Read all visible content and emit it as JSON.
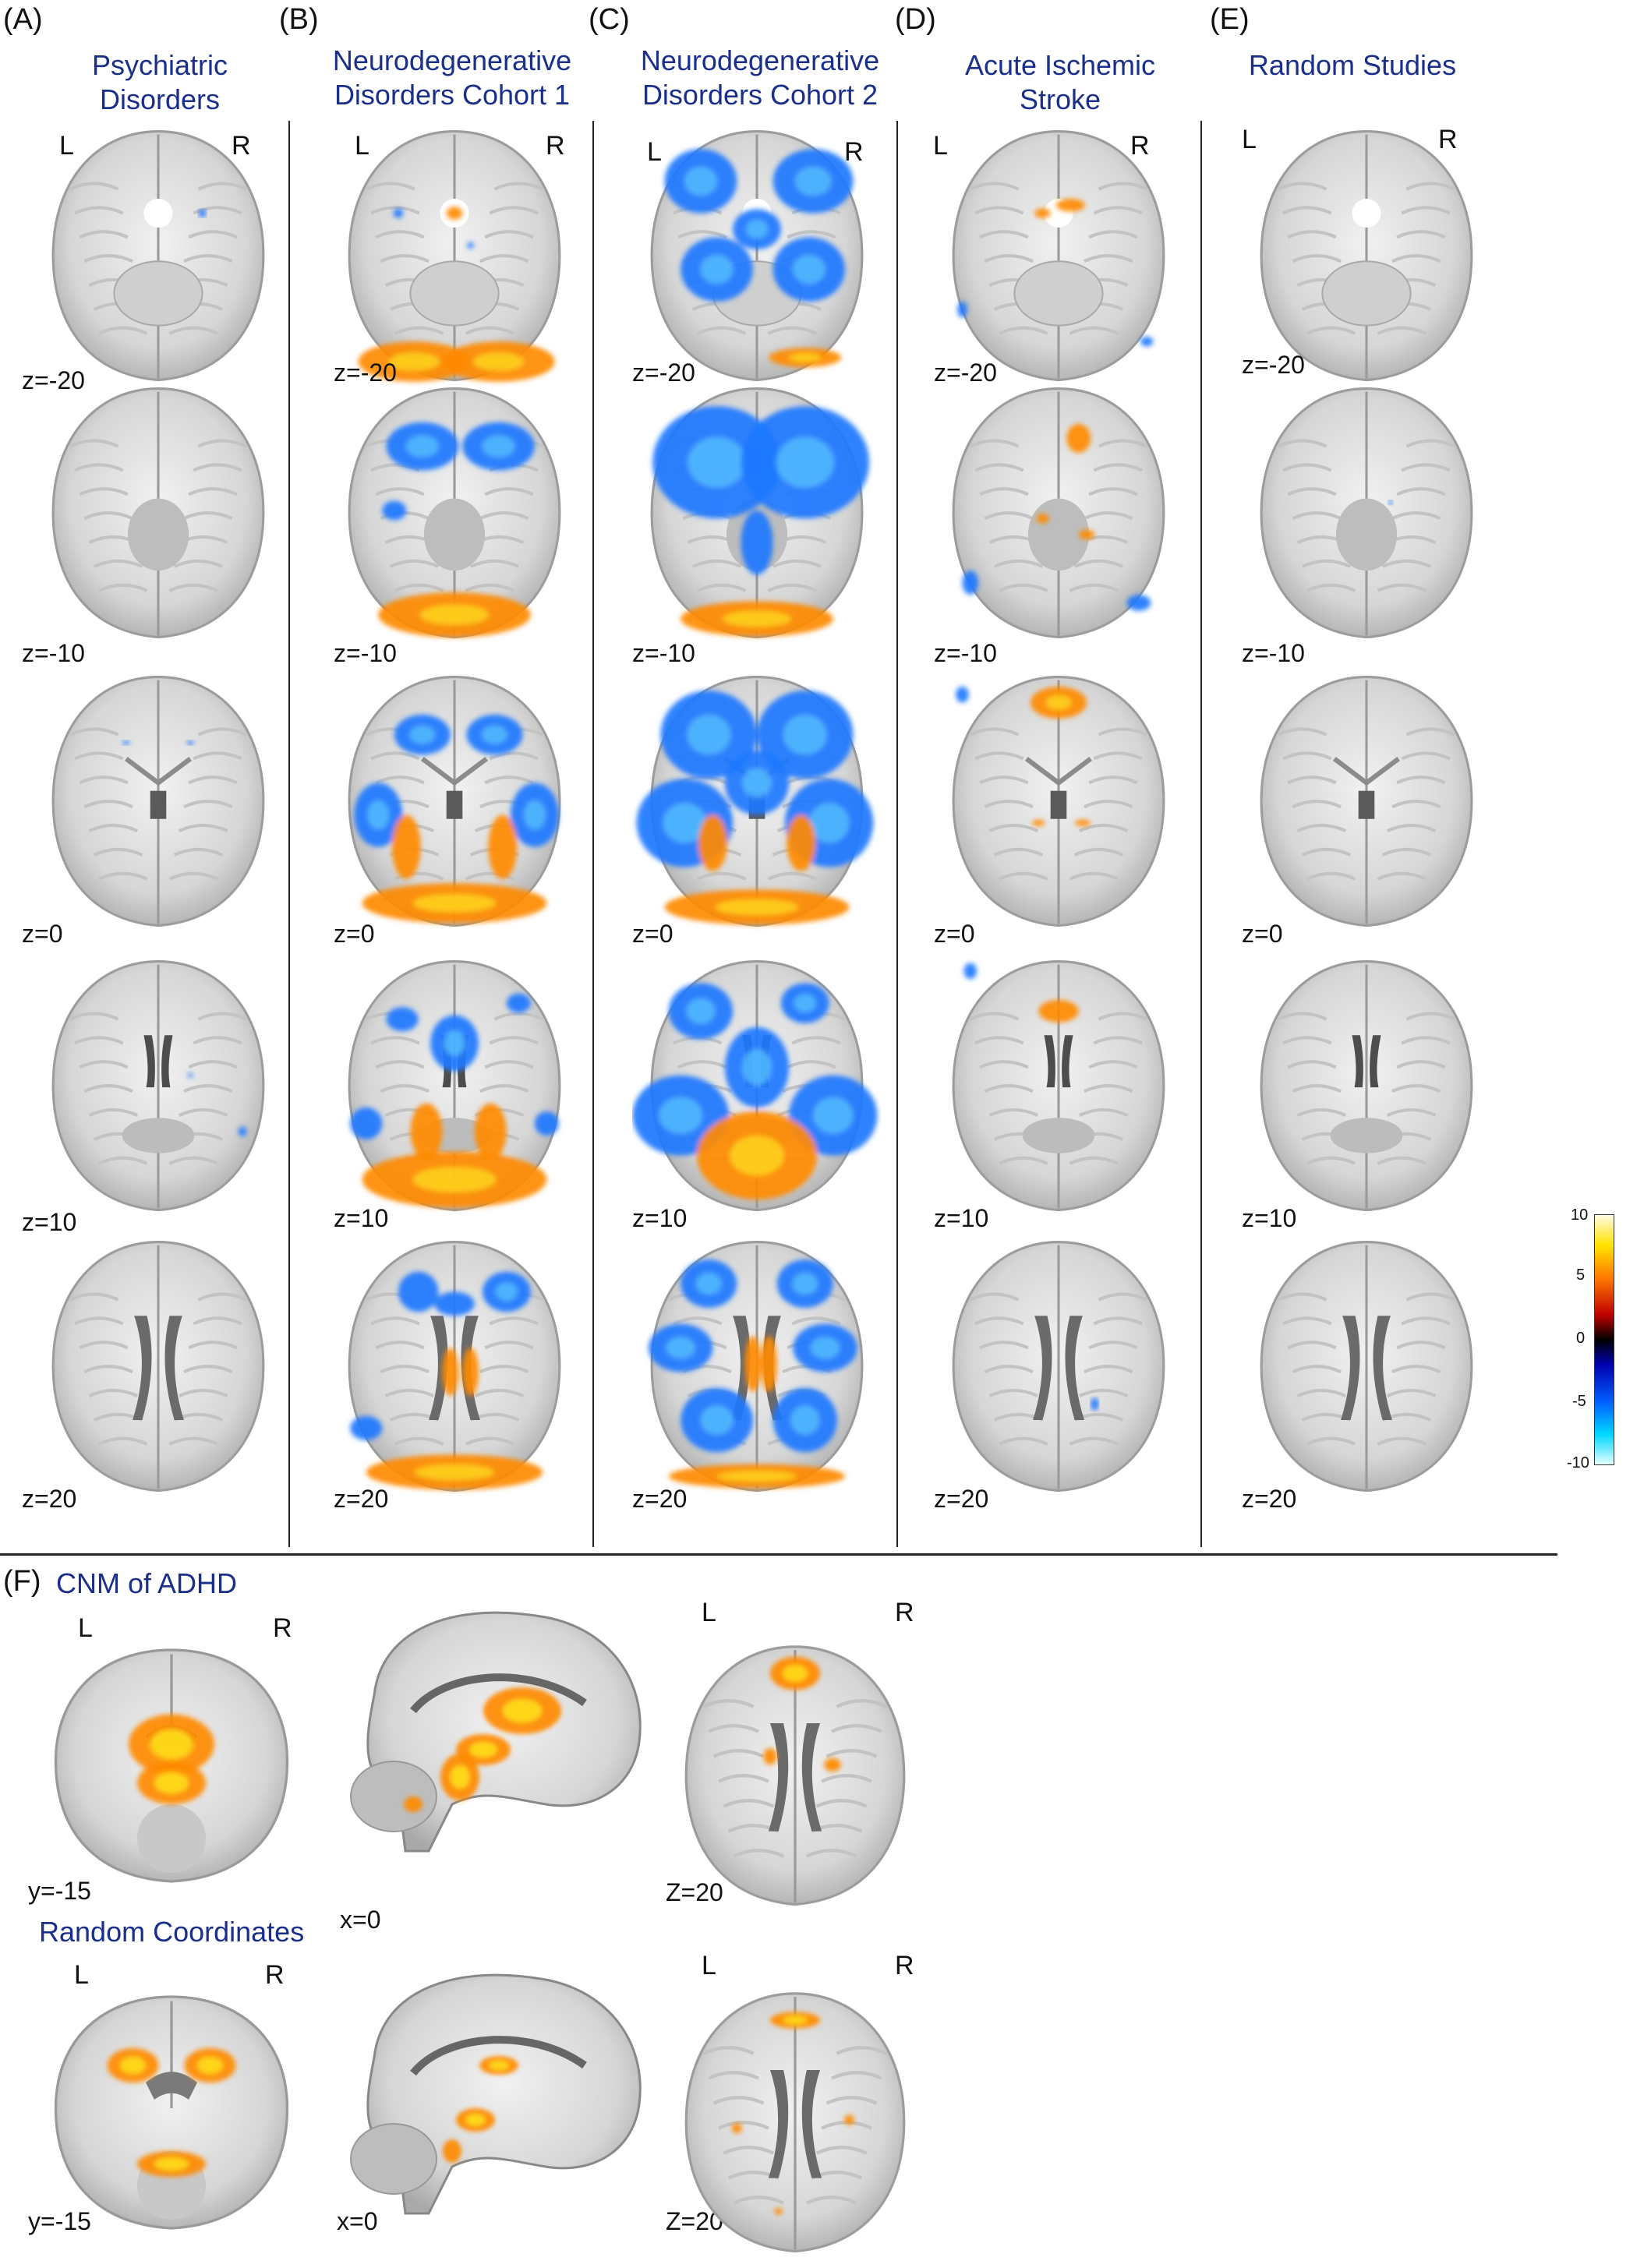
{
  "panels": [
    {
      "letter": "(A)",
      "title": "Psychiatric\nDisorders"
    },
    {
      "letter": "(B)",
      "title": "Neurodegenerative\nDisorders Cohort 1"
    },
    {
      "letter": "(C)",
      "title": "Neurodegenerative\nDisorders Cohort 2"
    },
    {
      "letter": "(D)",
      "title": "Acute Ischemic\nStroke"
    },
    {
      "letter": "(E)",
      "title": "Random Studies"
    }
  ],
  "side_labels": {
    "left": "L",
    "right": "R"
  },
  "z_labels": [
    "z=-20",
    "z=-10",
    "z=0",
    "z=10",
    "z=20"
  ],
  "colorbar": {
    "ticks": [
      "10",
      "5",
      "0",
      "-5",
      "-10"
    ],
    "colors": [
      "#fffbe6",
      "#ffe400",
      "#ff7a00",
      "#c00000",
      "#000000",
      "#0000b0",
      "#0060ff",
      "#00d8ff",
      "#e6ffff"
    ]
  },
  "panel_f": {
    "letter": "(F)",
    "title_cnm": "CNM of ADHD",
    "title_random": "Random Coordinates",
    "labels": {
      "y": "y=-15",
      "x": "x=0",
      "z": "Z=20"
    }
  },
  "blob_colors": {
    "positive": "#ff8a00",
    "positive_core": "#ffe21a",
    "negative": "#1e78ff",
    "negative_core": "#5cc8ff"
  }
}
